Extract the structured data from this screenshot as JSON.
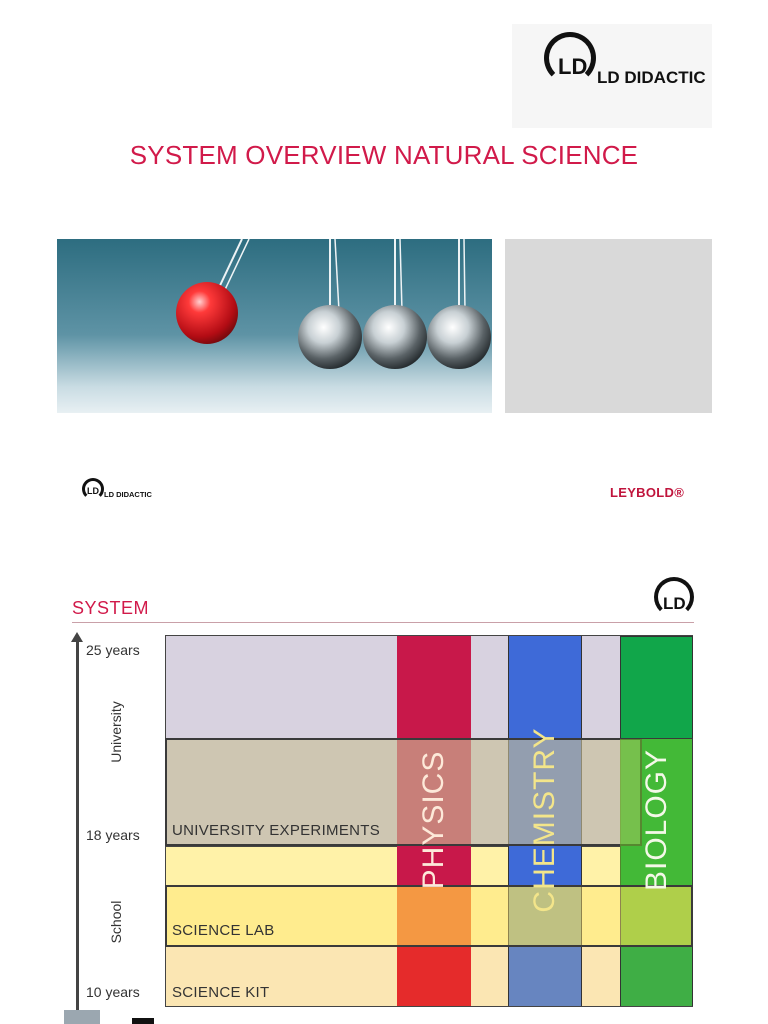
{
  "cover": {
    "logo_text": "LD DIDACTIC",
    "logo_mark": "LD",
    "title": "SYSTEM OVERVIEW NATURAL SCIENCE",
    "hero_image": "newtons-cradle-photo",
    "footer_logo_text": "LD DIDACTIC",
    "footer_brand": "LEYBOLD®"
  },
  "system": {
    "title": "SYSTEM",
    "logo_mark": "LD",
    "axis": {
      "ages": [
        "25 years",
        "18 years",
        "10 years"
      ],
      "groups": [
        "University",
        "School"
      ]
    },
    "levels": [
      "UNIVERSITY EXPERIMENTS",
      "SCIENCE LAB",
      "SCIENCE KIT"
    ],
    "subjects": [
      "PHYSICS",
      "CHEMISTRY",
      "BIOLOGY"
    ]
  },
  "colors": {
    "title_red": "#d11a4a",
    "physics": "#c8184a",
    "chemistry": "#3e6ad8",
    "biology": "#11a64a",
    "university_band": "#d8d2e0",
    "school_band": "#fff2a8"
  }
}
